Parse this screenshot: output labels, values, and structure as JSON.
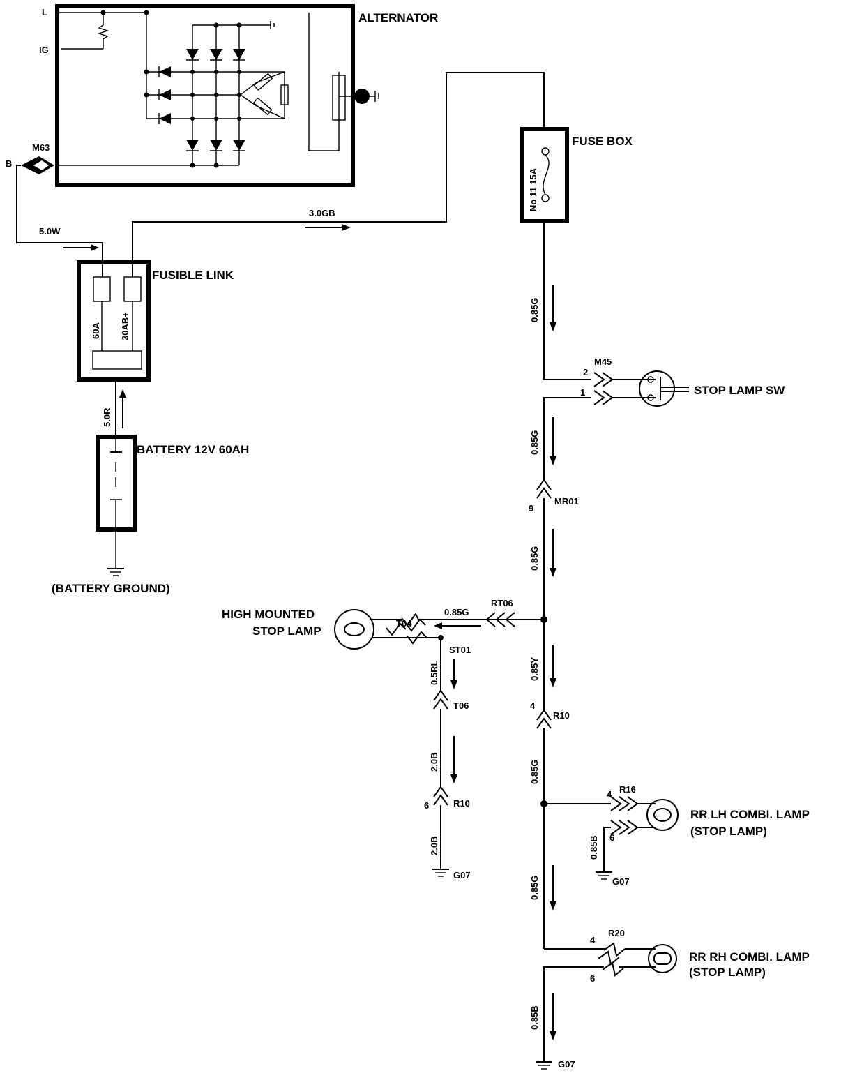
{
  "components": {
    "alternator": "ALTERNATOR",
    "fuse_box": "FUSE BOX",
    "fusible_link": "FUSIBLE LINK",
    "battery": "BATTERY 12V 60AH",
    "battery_ground": "(BATTERY GROUND)",
    "stop_lamp_sw": "STOP LAMP SW",
    "high_mounted_stop_lamp": [
      "HIGH MOUNTED",
      "STOP LAMP"
    ],
    "rr_lh_combi_lamp": [
      "RR LH COMBI. LAMP",
      "(STOP LAMP)"
    ],
    "rr_rh_combi_lamp": [
      "RR RH COMBI. LAMP",
      "(STOP LAMP)"
    ]
  },
  "terminals": {
    "L": "L",
    "IG": "IG",
    "B": "B"
  },
  "fuse": "No 11 15A",
  "fusible_links": {
    "left": "60A",
    "right": "30AB+"
  },
  "connectors": {
    "M63": "M63",
    "M45": "M45",
    "MR01": "MR01",
    "RT06": "RT06",
    "T04": "T04",
    "ST01": "ST01",
    "T06": "T06",
    "R10_left": "R10",
    "R10_right": "R10",
    "R16": "R16",
    "R20": "R20"
  },
  "pins": {
    "m45_2": "2",
    "m45_1": "1",
    "mr01_9": "9",
    "r10_4": "4",
    "r10_6": "6",
    "r16_4": "4",
    "r16_6": "6",
    "r20_4": "4",
    "r20_6": "6"
  },
  "wires": {
    "w_5_0W": "5.0W",
    "w_3_0GB": "3.0GB",
    "w_5_0R": "5.0R",
    "w_085G_a": "0.85G",
    "w_085G_b": "0.85G",
    "w_085G_c": "0.85G",
    "w_085G_h": "0.85G",
    "w_085Y": "0.85Y",
    "w_085G_d": "0.85G",
    "w_085G_e": "0.85G",
    "w_085B_lh": "0.85B",
    "w_085B_rh": "0.85B",
    "w_05RL": "0.5RL",
    "w_20B_a": "2.0B",
    "w_20B_b": "2.0B"
  },
  "grounds": {
    "g07_a": "G07",
    "g07_b": "G07",
    "g07_c": "G07"
  }
}
